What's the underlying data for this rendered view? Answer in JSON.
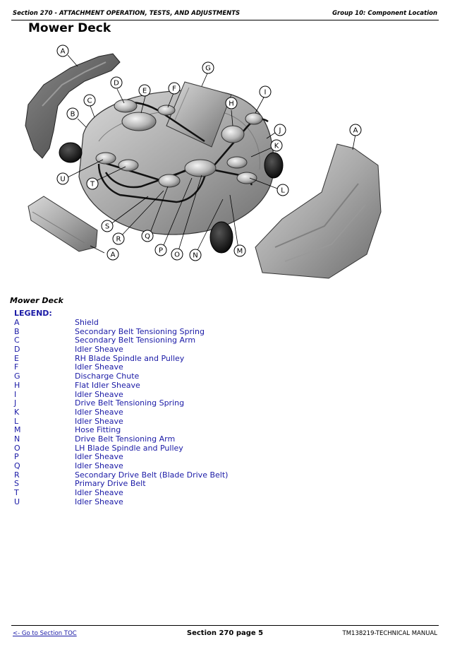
{
  "header": {
    "left": "Section 270 - ATTACHMENT OPERATION, TESTS, AND ADJUSTMENTS",
    "right": "Group 10: Component Location"
  },
  "page_title": "Mower Deck",
  "figure": {
    "callouts": [
      {
        "letter": "A"
      },
      {
        "letter": "G"
      },
      {
        "letter": "D"
      },
      {
        "letter": "E"
      },
      {
        "letter": "F"
      },
      {
        "letter": "C"
      },
      {
        "letter": "B"
      },
      {
        "letter": "H"
      },
      {
        "letter": "I"
      },
      {
        "letter": "J"
      },
      {
        "letter": "A"
      },
      {
        "letter": "K"
      },
      {
        "letter": "U"
      },
      {
        "letter": "T"
      },
      {
        "letter": "L"
      },
      {
        "letter": "S"
      },
      {
        "letter": "R"
      },
      {
        "letter": "Q"
      },
      {
        "letter": "P"
      },
      {
        "letter": "O"
      },
      {
        "letter": "N"
      },
      {
        "letter": "M"
      },
      {
        "letter": "A"
      }
    ]
  },
  "caption": "Mower Deck",
  "legend": {
    "title": "LEGEND:",
    "items": [
      {
        "key": "A",
        "desc": "Shield"
      },
      {
        "key": "B",
        "desc": "Secondary Belt Tensioning Spring"
      },
      {
        "key": "C",
        "desc": "Secondary Belt Tensioning Arm"
      },
      {
        "key": "D",
        "desc": "Idler Sheave"
      },
      {
        "key": "E",
        "desc": "RH Blade Spindle and Pulley"
      },
      {
        "key": "F",
        "desc": "Idler Sheave"
      },
      {
        "key": "G",
        "desc": "Discharge Chute"
      },
      {
        "key": "H",
        "desc": "Flat Idler Sheave"
      },
      {
        "key": "I",
        "desc": "Idler Sheave"
      },
      {
        "key": "J",
        "desc": "Drive Belt Tensioning Spring"
      },
      {
        "key": "K",
        "desc": "Idler Sheave"
      },
      {
        "key": "L",
        "desc": "Idler Sheave"
      },
      {
        "key": "M",
        "desc": "Hose Fitting"
      },
      {
        "key": "N",
        "desc": "Drive Belt Tensioning Arm"
      },
      {
        "key": "O",
        "desc": "LH Blade Spindle and Pulley"
      },
      {
        "key": "P",
        "desc": "Idler Sheave"
      },
      {
        "key": "Q",
        "desc": "Idler Sheave"
      },
      {
        "key": "R",
        "desc": "Secondary Drive Belt (Blade Drive Belt)"
      },
      {
        "key": "S",
        "desc": "Primary Drive Belt"
      },
      {
        "key": "T",
        "desc": "Idler Sheave"
      },
      {
        "key": "U",
        "desc": "Idler Sheave"
      }
    ]
  },
  "footer": {
    "left": "<- Go to Section TOC",
    "center": "Section 270 page 5",
    "right": "TM138219-TECHNICAL MANUAL"
  }
}
